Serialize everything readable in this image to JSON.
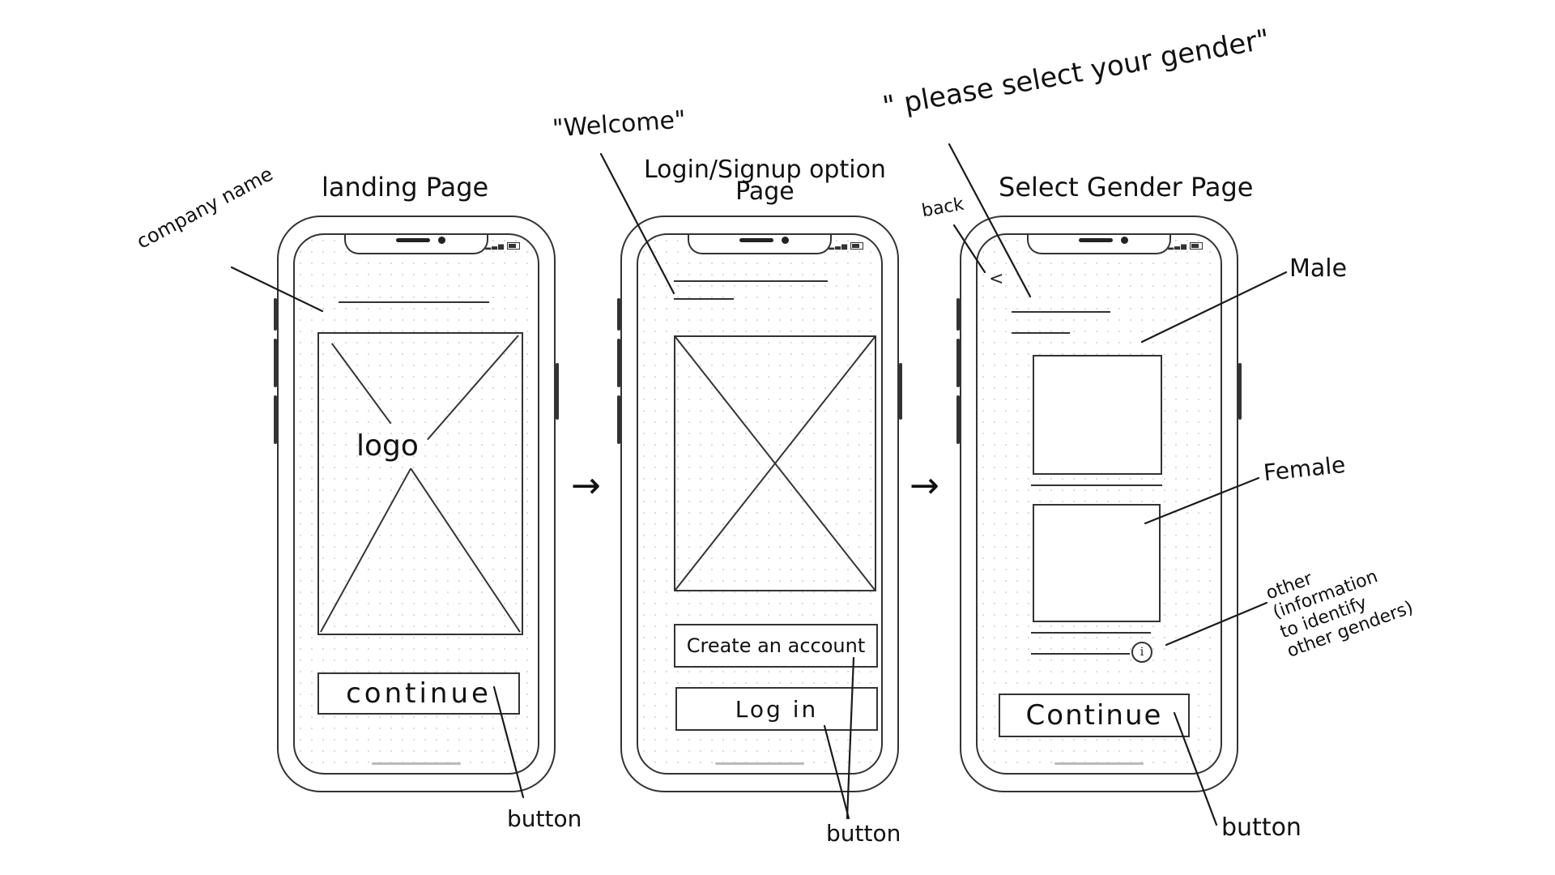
{
  "titles": {
    "landing": "landing Page",
    "login": "Login/Signup option\nPage",
    "gender": "Select Gender Page"
  },
  "landing": {
    "logo_label": "logo",
    "continue_label": "continue"
  },
  "login": {
    "create_label": "Create an account",
    "login_label": "Log in"
  },
  "gender": {
    "back_glyph": "<",
    "info_glyph": "i",
    "continue_label": "Continue"
  },
  "annotations": {
    "company_name": "company name",
    "welcome": "\"Welcome\"",
    "please_select": "\" please select your gender\"",
    "back": "back",
    "male": "Male",
    "female": "Female",
    "other": "other\n(information\nto identify\nother genders)",
    "button_1": "button",
    "button_2": "button",
    "button_3": "button"
  },
  "flow_arrows": [
    "→",
    "→"
  ],
  "colors": {
    "ink": "#1a1a1a",
    "frame": "#333333",
    "dots": "#d9d9d9"
  }
}
